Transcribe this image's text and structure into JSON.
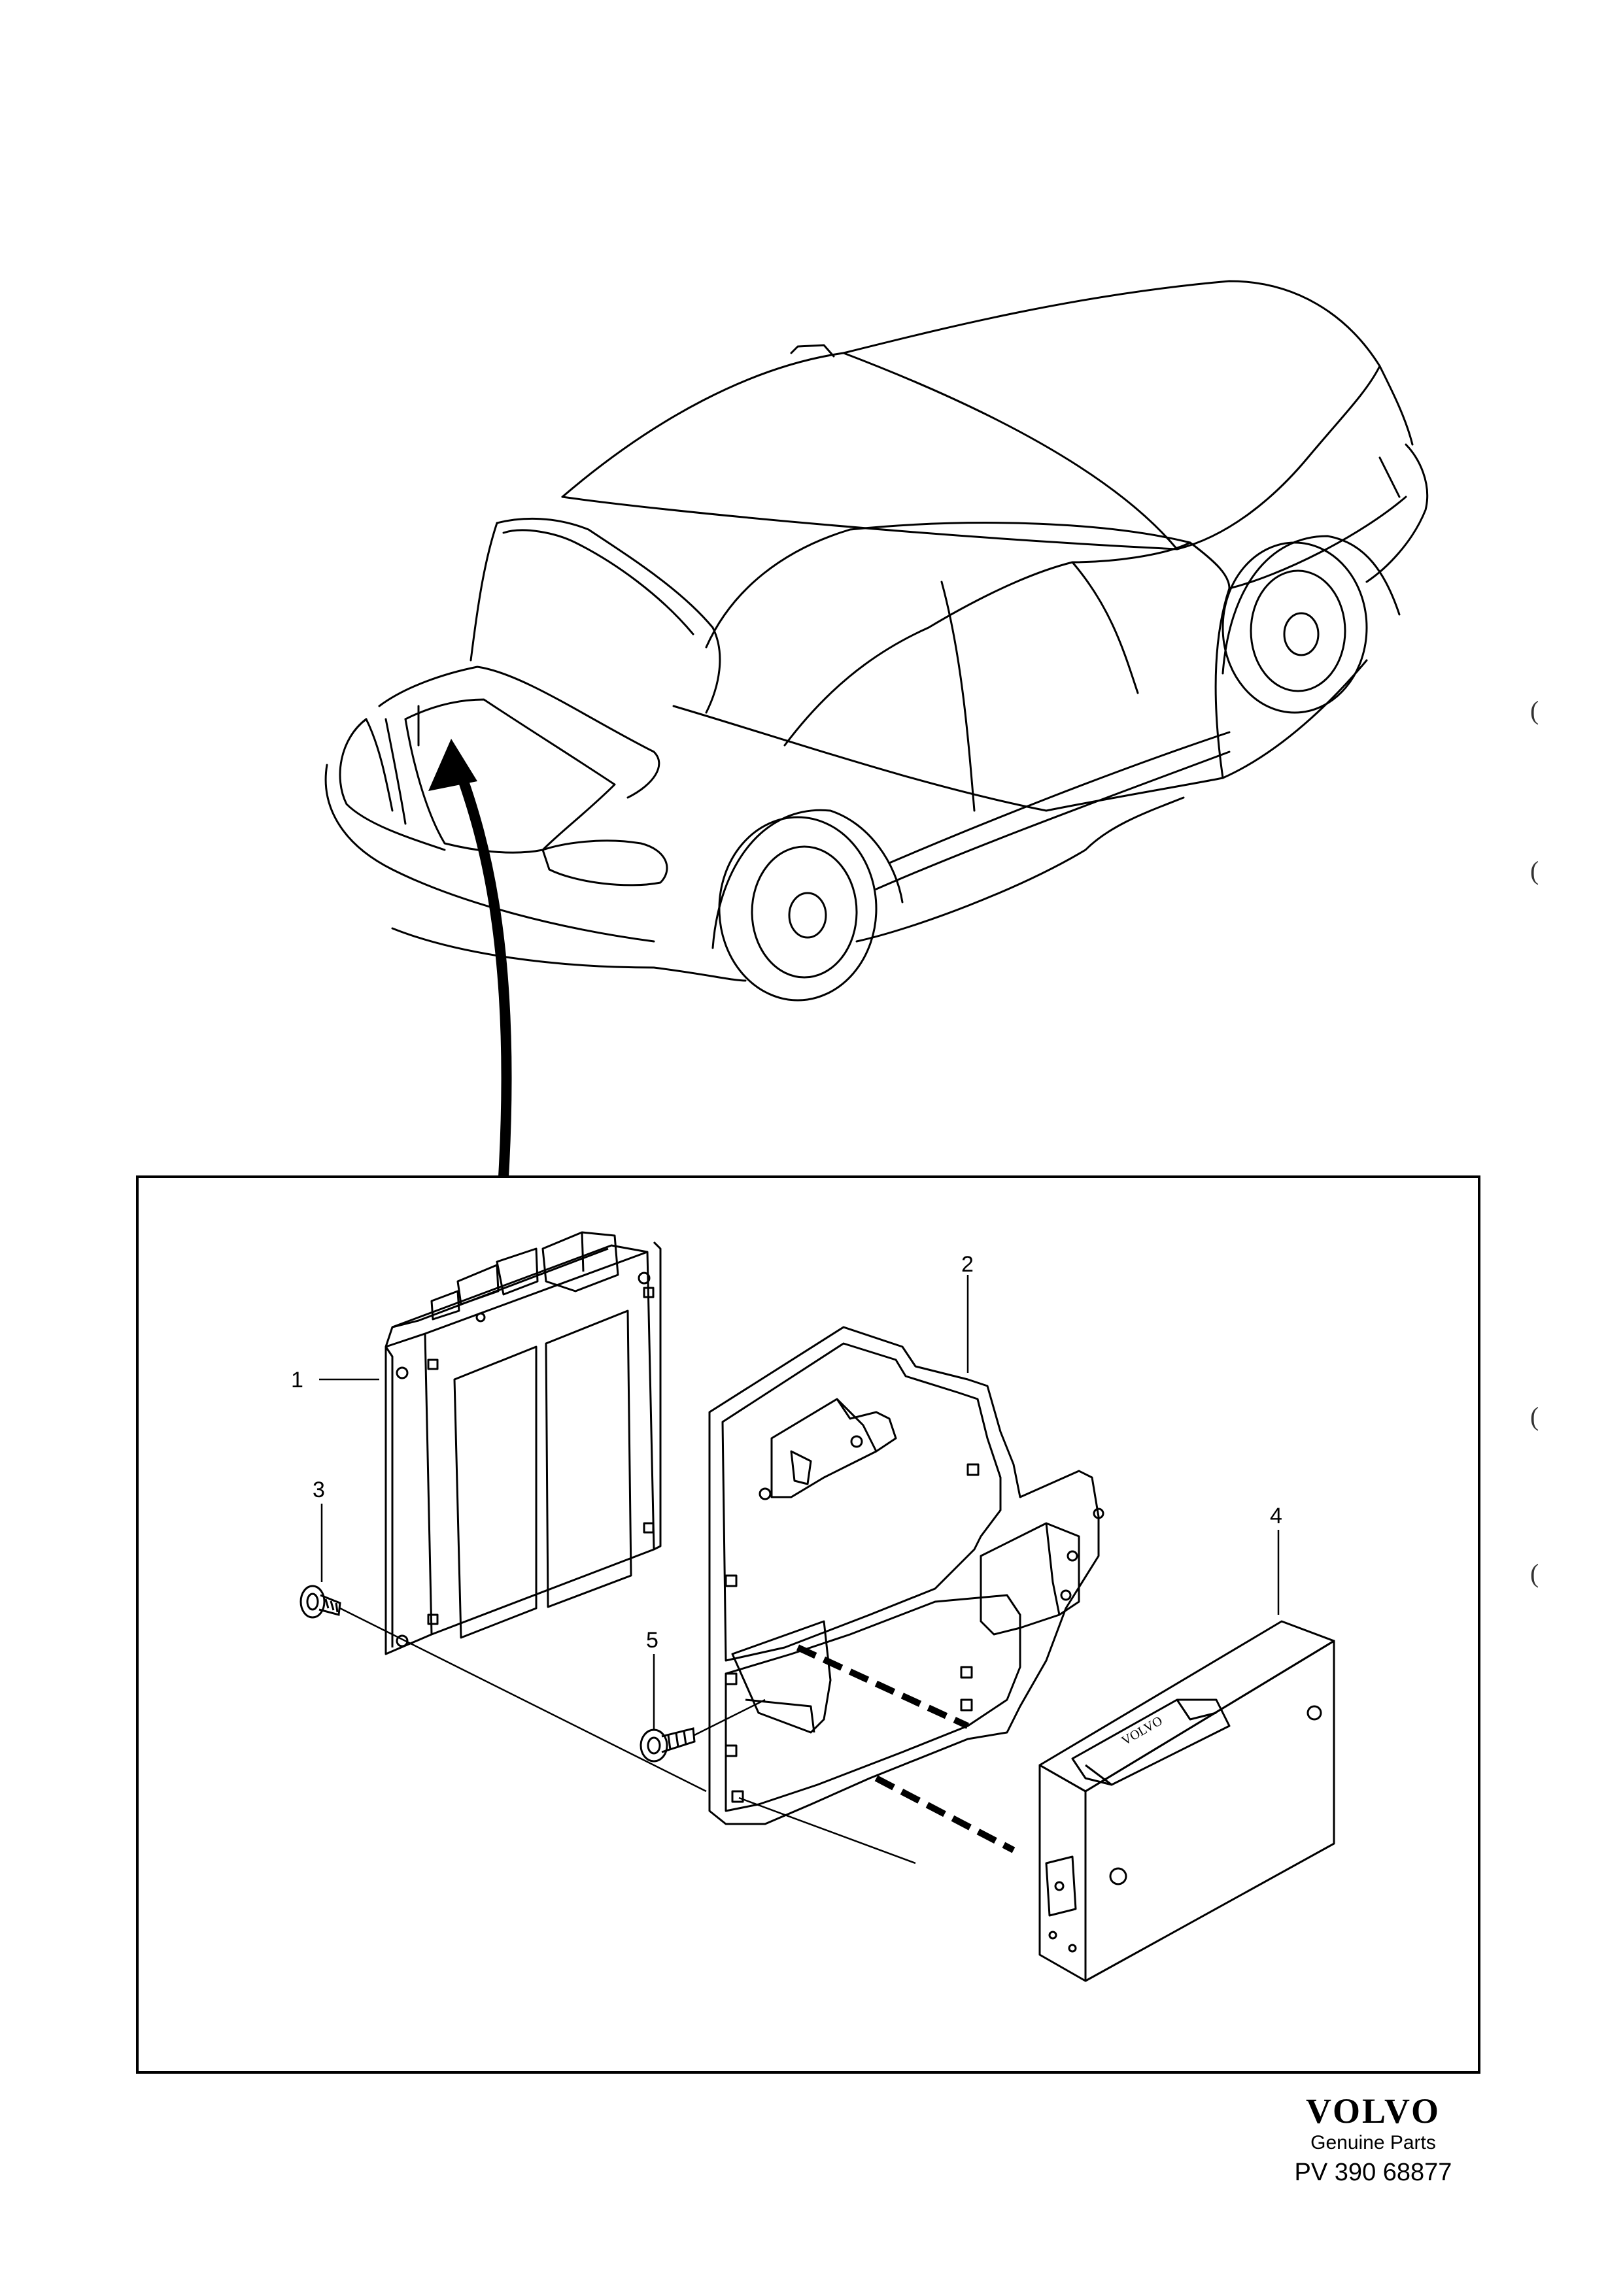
{
  "callouts": [
    {
      "id": "1",
      "label": "1"
    },
    {
      "id": "2",
      "label": "2"
    },
    {
      "id": "3",
      "label": "3"
    },
    {
      "id": "4",
      "label": "4"
    },
    {
      "id": "5",
      "label": "5"
    }
  ],
  "footer": {
    "brand": "VOLVO",
    "tagline": "Genuine Parts",
    "code": "PV 390 68877"
  },
  "margin_marks": [
    "(",
    "(",
    "(",
    "("
  ],
  "colors": {
    "line": "#000000",
    "background": "#ffffff"
  },
  "icons": [
    "car-outline-icon",
    "amplifier-icon",
    "bracket-icon",
    "screw-icon",
    "cd-changer-icon"
  ]
}
